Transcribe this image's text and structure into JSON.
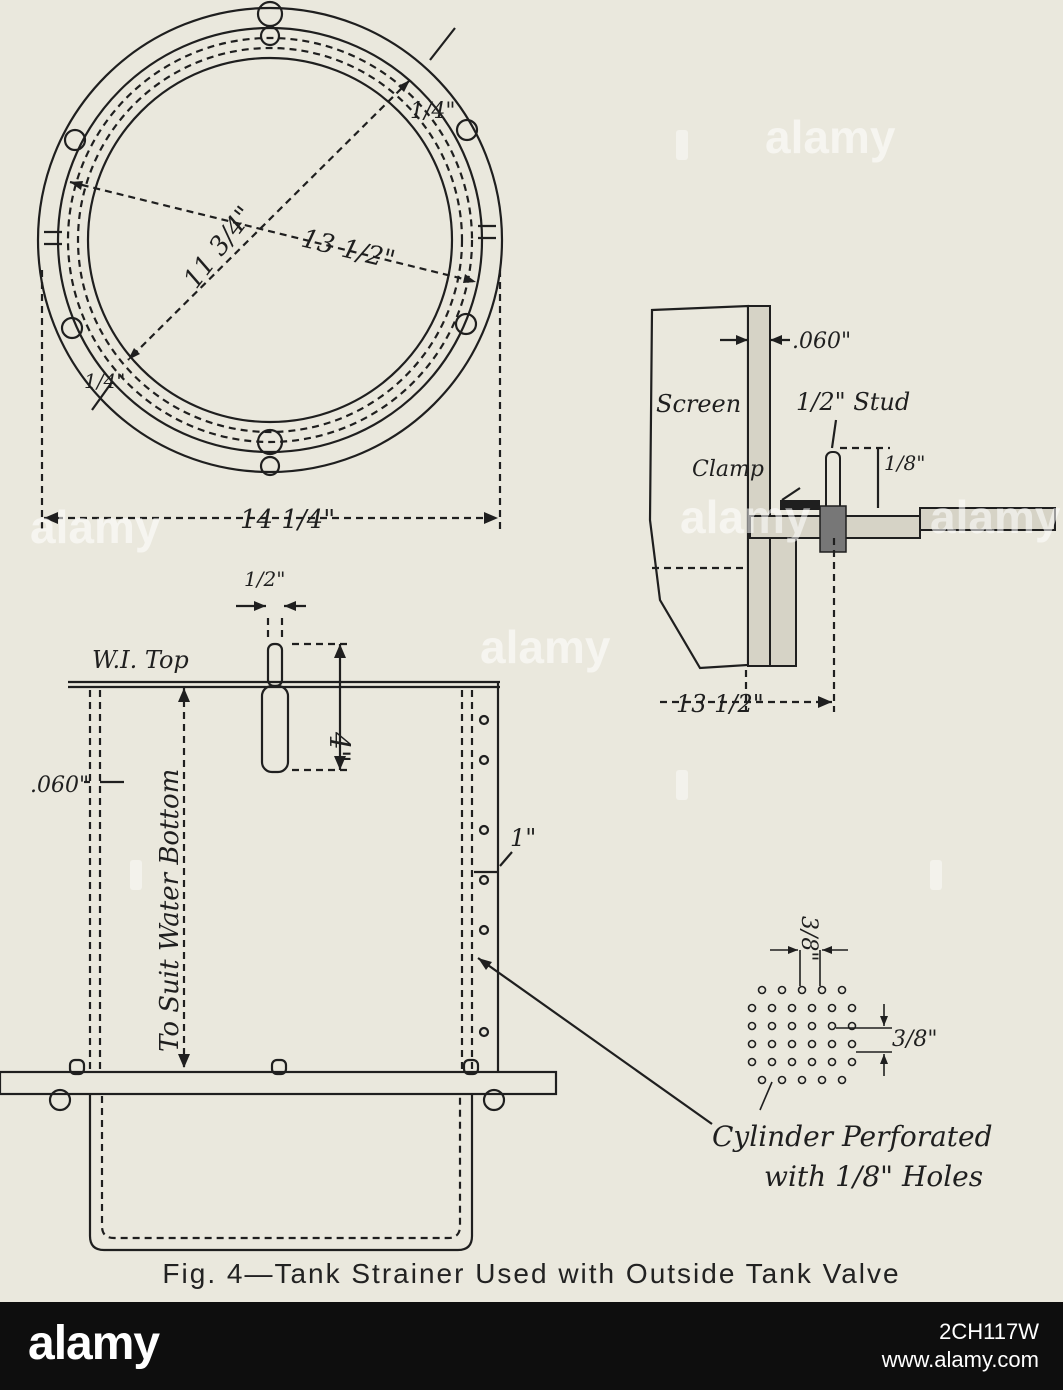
{
  "caption": "Fig. 4—Tank Strainer Used with Outside Tank Valve",
  "plan_view": {
    "dim_rim_width": "1/4\"",
    "dim_rim_width_lower": "1/4\"",
    "dim_inner_diameter": "11 3/4\"",
    "dim_screen_diameter": "13 1/2\"",
    "dim_outer_diameter": "14 1/4\""
  },
  "section_detail": {
    "dim_thickness": ".060\"",
    "label_screen": "Screen",
    "label_stud": "1/2\" Stud",
    "label_clamp": "Clamp",
    "dim_stud_height": "1/8\"",
    "dim_radius": "13 1/2\""
  },
  "elevation": {
    "dim_stud_width": "1/2\"",
    "label_top": "W.I. Top",
    "dim_lug_height": "4\"",
    "label_depth": "To Suit Water Bottom",
    "dim_wall_thickness": ".060\"",
    "dim_flange_gap": "1\""
  },
  "perforation_detail": {
    "dim_pitch_h": "3/8\"",
    "dim_pitch_v": "3/8\"",
    "label_line1": "Cylinder Perforated",
    "label_line2": "with 1/8\" Holes"
  },
  "watermark": {
    "brand": "alamy",
    "image_id": "2CH117W",
    "url": "www.alamy.com"
  },
  "colors": {
    "paper": "#eae8dd",
    "ink": "#1f1f1f",
    "footer": "#0e0e0e"
  }
}
